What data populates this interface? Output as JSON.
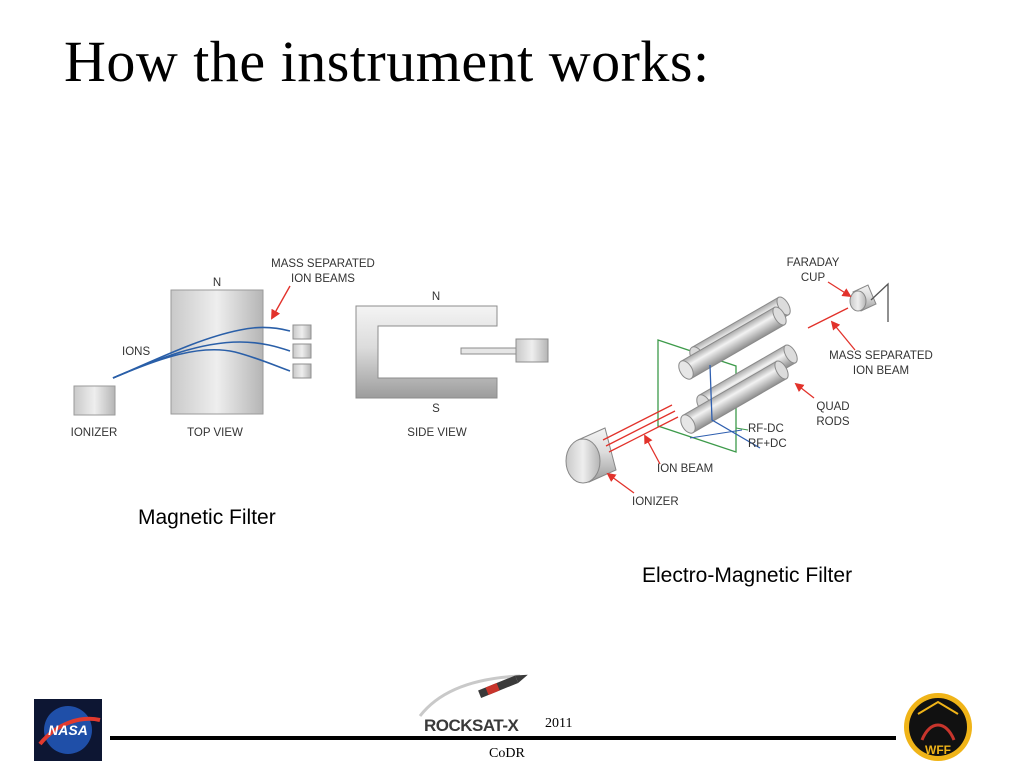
{
  "slide": {
    "title": "How the instrument works:",
    "caption_left": "Magnetic Filter",
    "caption_right": "Electro-Magnetic Filter"
  },
  "magnetic_diagram": {
    "mass_separated_line1": "MASS SEPARATED",
    "mass_separated_line2": "ION BEAMS",
    "n_top": "N",
    "ions": "IONS",
    "ionizer": "IONIZER",
    "top_view": "TOP VIEW",
    "n_side": "N",
    "s_side": "S",
    "side_view": "SIDE VIEW"
  },
  "quad_diagram": {
    "faraday_line1": "FARADAY",
    "faraday_line2": "CUP",
    "mass_separated_line1": "MASS SEPARATED",
    "mass_separated_line2": "ION BEAM",
    "quad_line1": "QUAD",
    "quad_line2": "RODS",
    "rf_dc": "RF-DC",
    "rf_plus_dc": "RF+DC",
    "ion_beam": "ION BEAM",
    "ionizer": "IONIZER"
  },
  "footer": {
    "year": "2011",
    "codr": "CoDR",
    "nasa_logo_text": "NASA",
    "rocksat_logo_text": "ROCKSAT-X",
    "wff_logo_text": "WFF"
  },
  "colors": {
    "ion_beam_blue": "#2a5fa8",
    "pointer_red": "#e2322b",
    "plate_green": "#3d9a4a",
    "plate_blue": "#2f5fb0"
  }
}
